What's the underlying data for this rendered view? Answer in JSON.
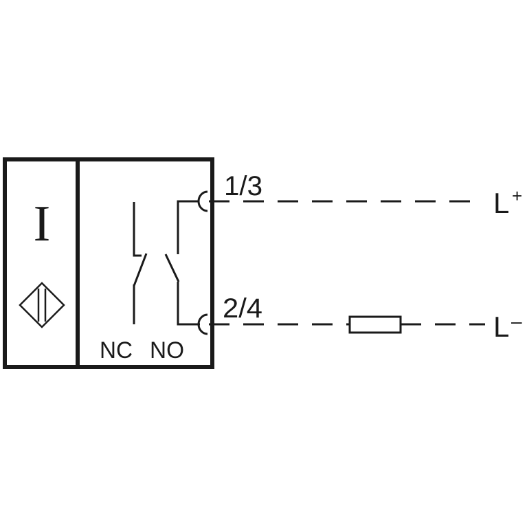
{
  "sensor": {
    "type_symbol": "I",
    "symbol_icon": "inductive-sensor-diamond-icon"
  },
  "contacts": {
    "nc_label": "NC",
    "no_label": "NO"
  },
  "terminals": {
    "top_label": "1/3",
    "bottom_label": "2/4"
  },
  "supply": {
    "positive_label": "L",
    "positive_sign": "+",
    "negative_label": "L",
    "negative_sign": "–"
  },
  "colors": {
    "line": "#1a1a1a",
    "background": "#ffffff"
  }
}
